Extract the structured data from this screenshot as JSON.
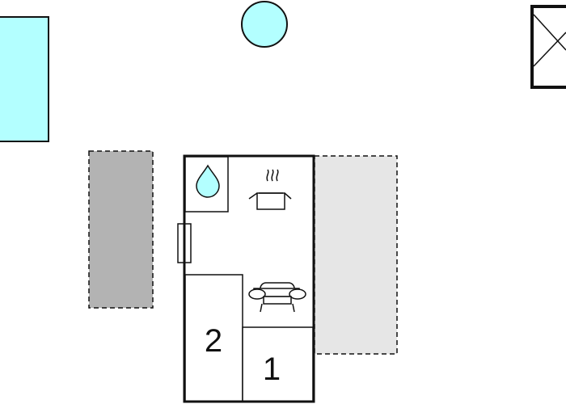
{
  "colors": {
    "pool": "#b3ffff",
    "terrace_dark": "#b3b3b3",
    "terrace_light": "#e6e6e6",
    "outline": "#111111",
    "fill_white": "#ffffff"
  },
  "rooms": {
    "bedroom_1_label": "1",
    "bedroom_2_label": "2"
  },
  "icons": {
    "bathroom": "water-drop-icon",
    "kitchen": "cooking-pot-icon",
    "living_room": "sofa-icon",
    "window": "window-icon",
    "outdoor_feature": "crossed-box-icon",
    "pool": "round-pool"
  }
}
